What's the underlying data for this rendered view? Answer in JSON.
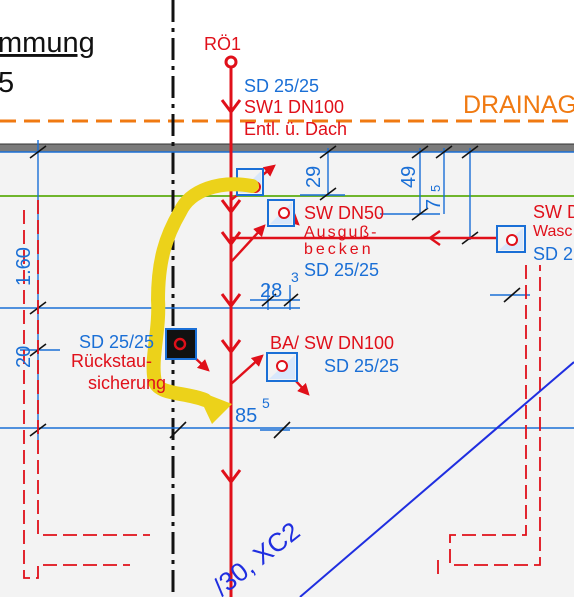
{
  "colors": {
    "pipe_red": "#e0101a",
    "dim_blue": "#1a6fd6",
    "drain_orange": "#f07a12",
    "ground_green": "#6fb52c",
    "wall_gray": "#7b7b7b",
    "highlight_yellow": "#ecd21a",
    "diag_blue": "#1f2ee0",
    "fill_light": "#f3f3f3"
  },
  "texts": {
    "title_partial": "mmung",
    "title_line2": "5",
    "pipe_id": "RÖ1",
    "sd_top": "SD 25/25",
    "sw1": "SW1 DN100",
    "entl": "Entl. ü. Dach",
    "drainage": "DRAINAG",
    "sw_dn50": "SW DN50",
    "ausguss_1": "Ausguß-",
    "ausguss_2": "becken",
    "sd_mid": "SD 25/25",
    "right_sw": "SW D",
    "right_wasc": "Wasc",
    "right_sd": "SD 2",
    "sd_left": "SD 25/25",
    "rueck_1": "Rückstau-",
    "rueck_2": "sicherung",
    "ba_sw": "BA/ SW DN100",
    "sd_ba": "SD 25/25",
    "bottom_text": "/30, XC2"
  },
  "dimensions": {
    "d29": "29",
    "d49": "49",
    "d7": "7",
    "d7sup": "5",
    "d28": "28",
    "d28sup": "3",
    "d160": "1.60",
    "d20": "20",
    "d85": "85",
    "d85sup": "5"
  },
  "icons": {
    "floor_drain": "floor-drain-square-icon",
    "backflow": "backflow-preventer-icon",
    "flow_arrow": "flow-arrow-icon"
  }
}
